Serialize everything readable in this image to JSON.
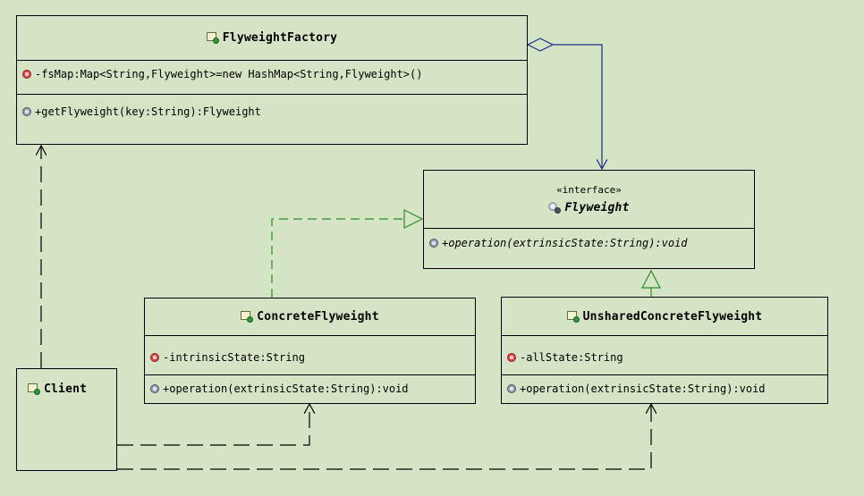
{
  "classes": {
    "flyweight_factory": {
      "name": "FlyweightFactory",
      "attribute": "-fsMap:Map<String,Flyweight>=new HashMap<String,Flyweight>()",
      "operation": "+getFlyweight(key:String):Flyweight"
    },
    "flyweight": {
      "stereotype": "«interface»",
      "name": "Flyweight",
      "operation": "+operation(extrinsicState:String):void"
    },
    "concrete_flyweight": {
      "name": "ConcreteFlyweight",
      "attribute": "-intrinsicState:String",
      "operation": "+operation(extrinsicState:String):void"
    },
    "unshared_concrete_flyweight": {
      "name": "UnsharedConcreteFlyweight",
      "attribute": "-allState:String",
      "operation": "+operation(extrinsicState:String):void"
    },
    "client": {
      "name": "Client"
    }
  },
  "icons": {
    "class": "class-icon",
    "interface": "interface-icon",
    "private_member": "private-member-icon",
    "public_member": "public-member-icon"
  },
  "colors": {
    "background": "#d5e4c4",
    "association": "#1a2a8a",
    "realization": "#2e8b2e",
    "dependency": "#000000"
  }
}
